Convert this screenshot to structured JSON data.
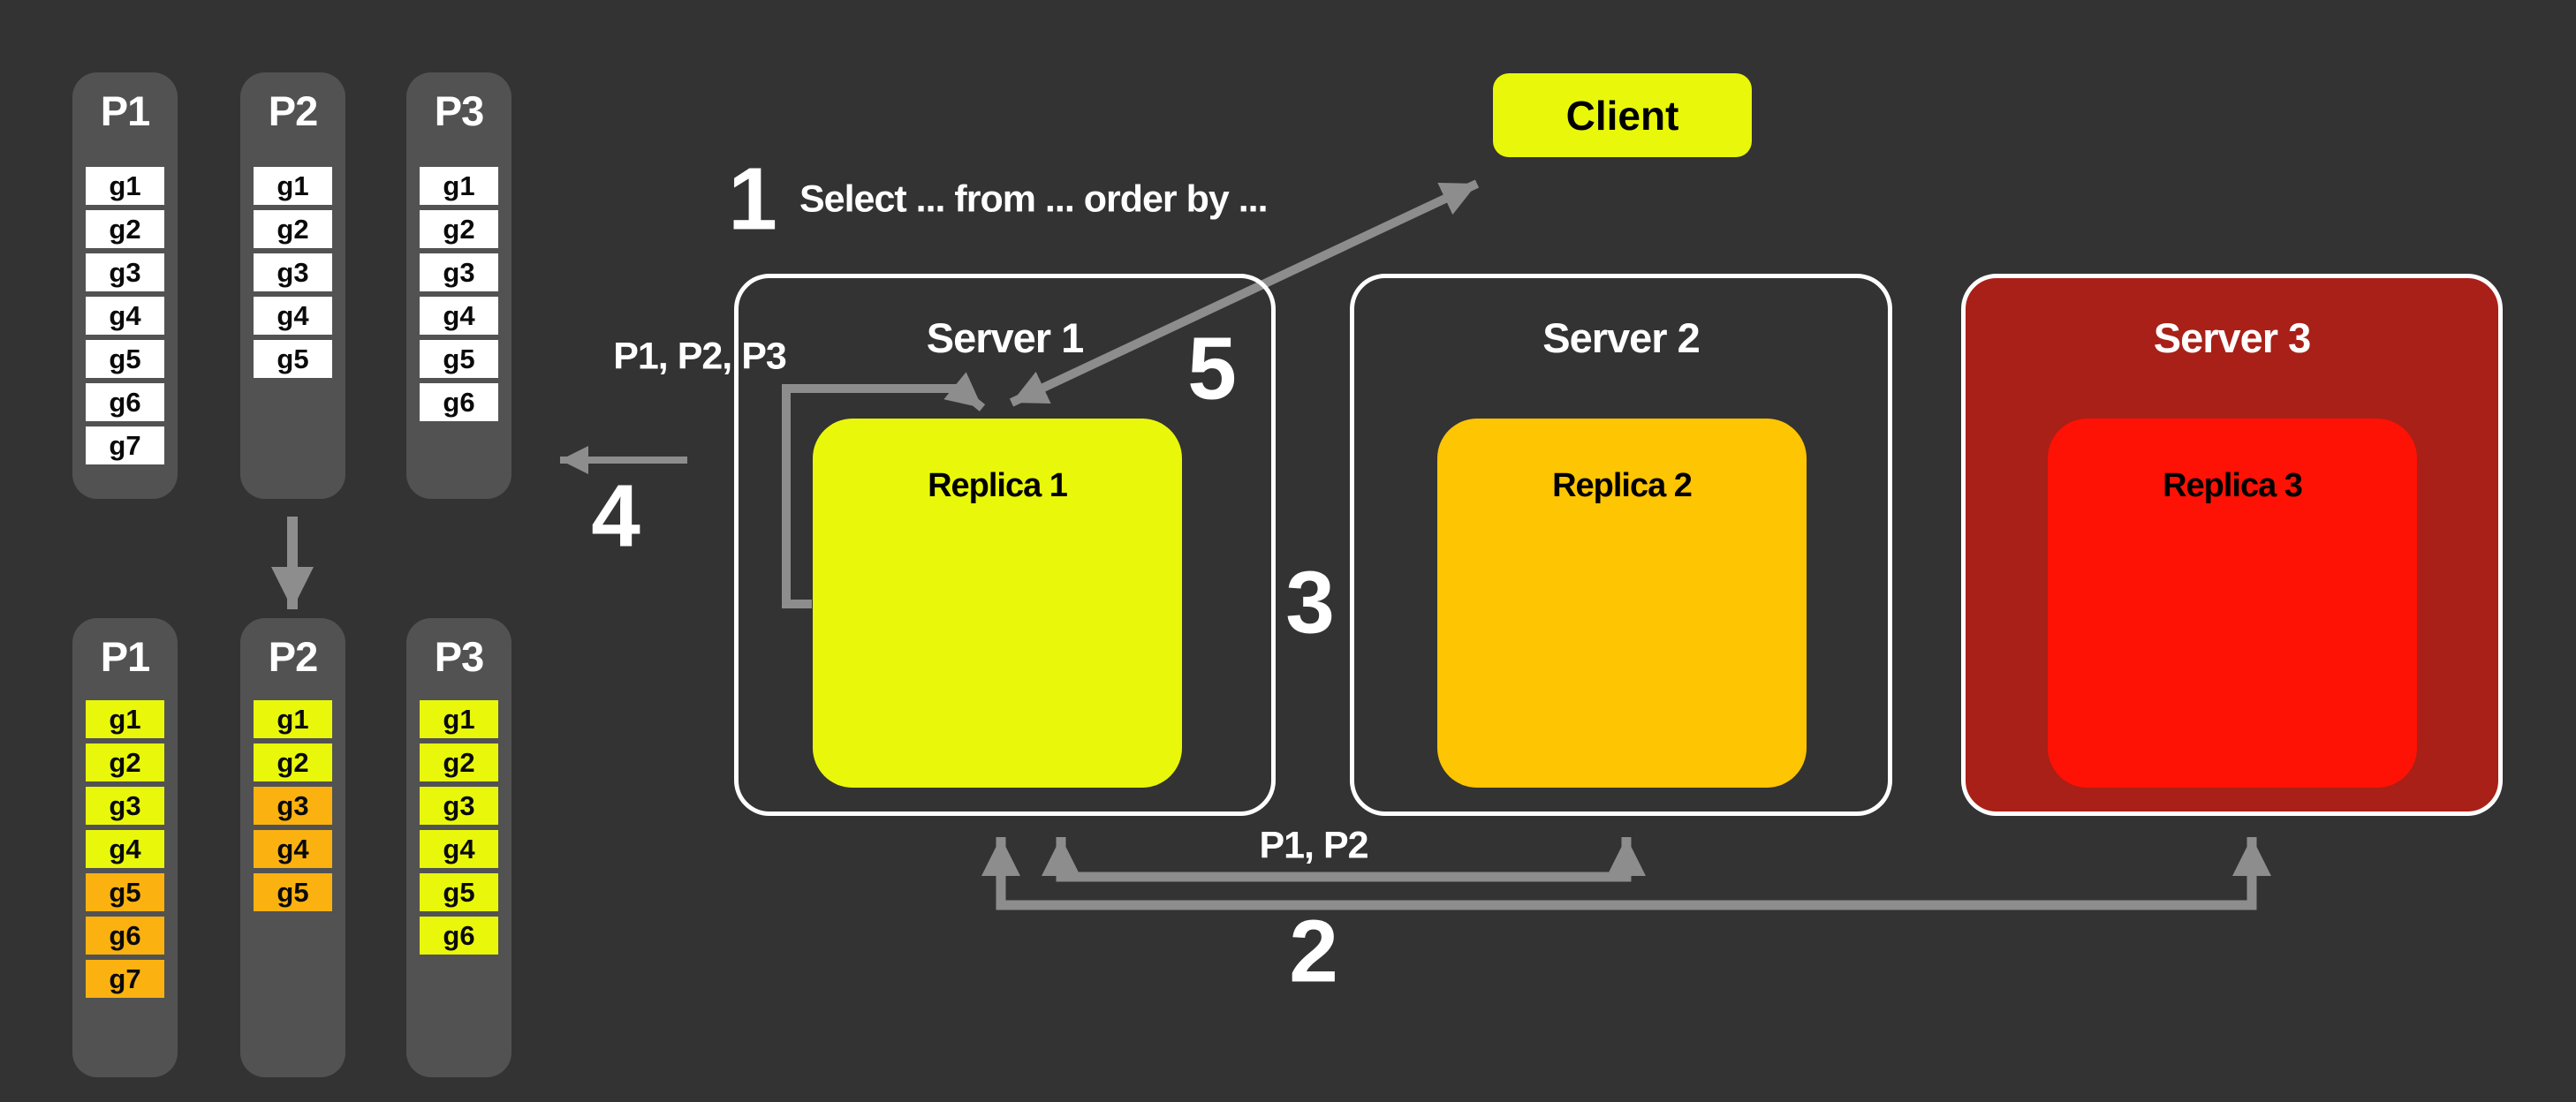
{
  "colors": {
    "background": "#333333",
    "panel_gray": "#525252",
    "cell_white": "#ffffff",
    "chartreuse": "#e9f80b",
    "amber": "#fdc502",
    "cell_orange": "#fbb210",
    "server3_fill": "#a82017",
    "replica3_red": "#fe1205",
    "arrow_gray": "#8d8d8d"
  },
  "client": {
    "label": "Client"
  },
  "servers": [
    {
      "title": "Server 1",
      "replica": "Replica 1"
    },
    {
      "title": "Server 2",
      "replica": "Replica 2"
    },
    {
      "title": "Server 3",
      "replica": "Replica 3"
    }
  ],
  "partitions": {
    "top": [
      {
        "label": "P1",
        "cells": [
          {
            "label": "g1",
            "tone": "white"
          },
          {
            "label": "g2",
            "tone": "white"
          },
          {
            "label": "g3",
            "tone": "white"
          },
          {
            "label": "g4",
            "tone": "white"
          },
          {
            "label": "g5",
            "tone": "white"
          },
          {
            "label": "g6",
            "tone": "white"
          },
          {
            "label": "g7",
            "tone": "white"
          }
        ]
      },
      {
        "label": "P2",
        "cells": [
          {
            "label": "g1",
            "tone": "white"
          },
          {
            "label": "g2",
            "tone": "white"
          },
          {
            "label": "g3",
            "tone": "white"
          },
          {
            "label": "g4",
            "tone": "white"
          },
          {
            "label": "g5",
            "tone": "white"
          }
        ]
      },
      {
        "label": "P3",
        "cells": [
          {
            "label": "g1",
            "tone": "white"
          },
          {
            "label": "g2",
            "tone": "white"
          },
          {
            "label": "g3",
            "tone": "white"
          },
          {
            "label": "g4",
            "tone": "white"
          },
          {
            "label": "g5",
            "tone": "white"
          },
          {
            "label": "g6",
            "tone": "white"
          }
        ]
      }
    ],
    "bottom": [
      {
        "label": "P1",
        "cells": [
          {
            "label": "g1",
            "tone": "yellow"
          },
          {
            "label": "g2",
            "tone": "yellow"
          },
          {
            "label": "g3",
            "tone": "yellow"
          },
          {
            "label": "g4",
            "tone": "yellow"
          },
          {
            "label": "g5",
            "tone": "orange"
          },
          {
            "label": "g6",
            "tone": "orange"
          },
          {
            "label": "g7",
            "tone": "orange"
          }
        ]
      },
      {
        "label": "P2",
        "cells": [
          {
            "label": "g1",
            "tone": "yellow"
          },
          {
            "label": "g2",
            "tone": "yellow"
          },
          {
            "label": "g3",
            "tone": "orange"
          },
          {
            "label": "g4",
            "tone": "orange"
          },
          {
            "label": "g5",
            "tone": "orange"
          }
        ]
      },
      {
        "label": "P3",
        "cells": [
          {
            "label": "g1",
            "tone": "yellow"
          },
          {
            "label": "g2",
            "tone": "yellow"
          },
          {
            "label": "g3",
            "tone": "yellow"
          },
          {
            "label": "g4",
            "tone": "yellow"
          },
          {
            "label": "g5",
            "tone": "yellow"
          },
          {
            "label": "g6",
            "tone": "yellow"
          }
        ]
      }
    ]
  },
  "annotations": {
    "step1": "1",
    "query": "Select ... from ... order by ...",
    "step2": "2",
    "step3": "3",
    "step4": "4",
    "step5": "5",
    "route_partitions": "P1, P2, P3",
    "sync_partitions": "P1, P2"
  }
}
